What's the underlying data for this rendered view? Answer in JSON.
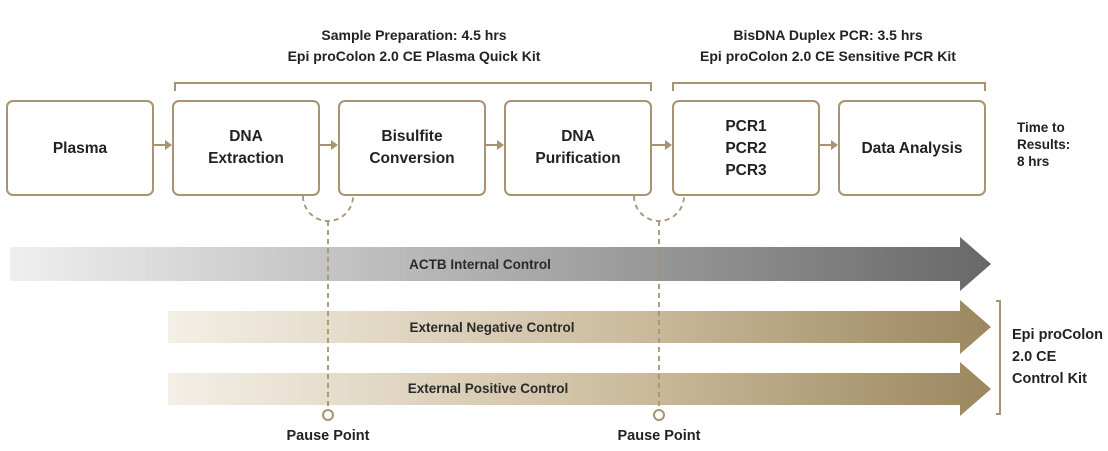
{
  "headers": {
    "sample_prep": {
      "line1": "Sample Preparation: 4.5 hrs",
      "line2": "Epi proColon 2.0 CE Plasma Quick Kit"
    },
    "pcr": {
      "line1": "BisDNA Duplex PCR: 3.5 hrs",
      "line2": "Epi proColon 2.0 CE Sensitive PCR Kit"
    }
  },
  "steps": [
    {
      "lines": [
        "Plasma"
      ]
    },
    {
      "lines": [
        "DNA",
        "Extraction"
      ]
    },
    {
      "lines": [
        "Bisulfite",
        "Conversion"
      ]
    },
    {
      "lines": [
        "DNA",
        "Purification"
      ]
    },
    {
      "lines": [
        "PCR1",
        "PCR2",
        "PCR3"
      ]
    },
    {
      "lines": [
        "Data Analysis"
      ]
    }
  ],
  "time_to_results": {
    "lines": [
      "Time to",
      "Results:",
      "8 hrs"
    ]
  },
  "controls": {
    "internal": "ACTB Internal Control",
    "negative": "External Negative Control",
    "positive": "External Positive Control"
  },
  "control_kit": {
    "lines": [
      "Epi proColon",
      "2.0 CE",
      "Control Kit"
    ]
  },
  "pause_points": [
    "Pause Point",
    "Pause Point"
  ],
  "colors": {
    "accent": "#a89372",
    "internal_start": "#f0f0f0",
    "internal_end": "#6a6a6a",
    "external_start": "#f4efe6",
    "external_end": "#9e8a62"
  }
}
